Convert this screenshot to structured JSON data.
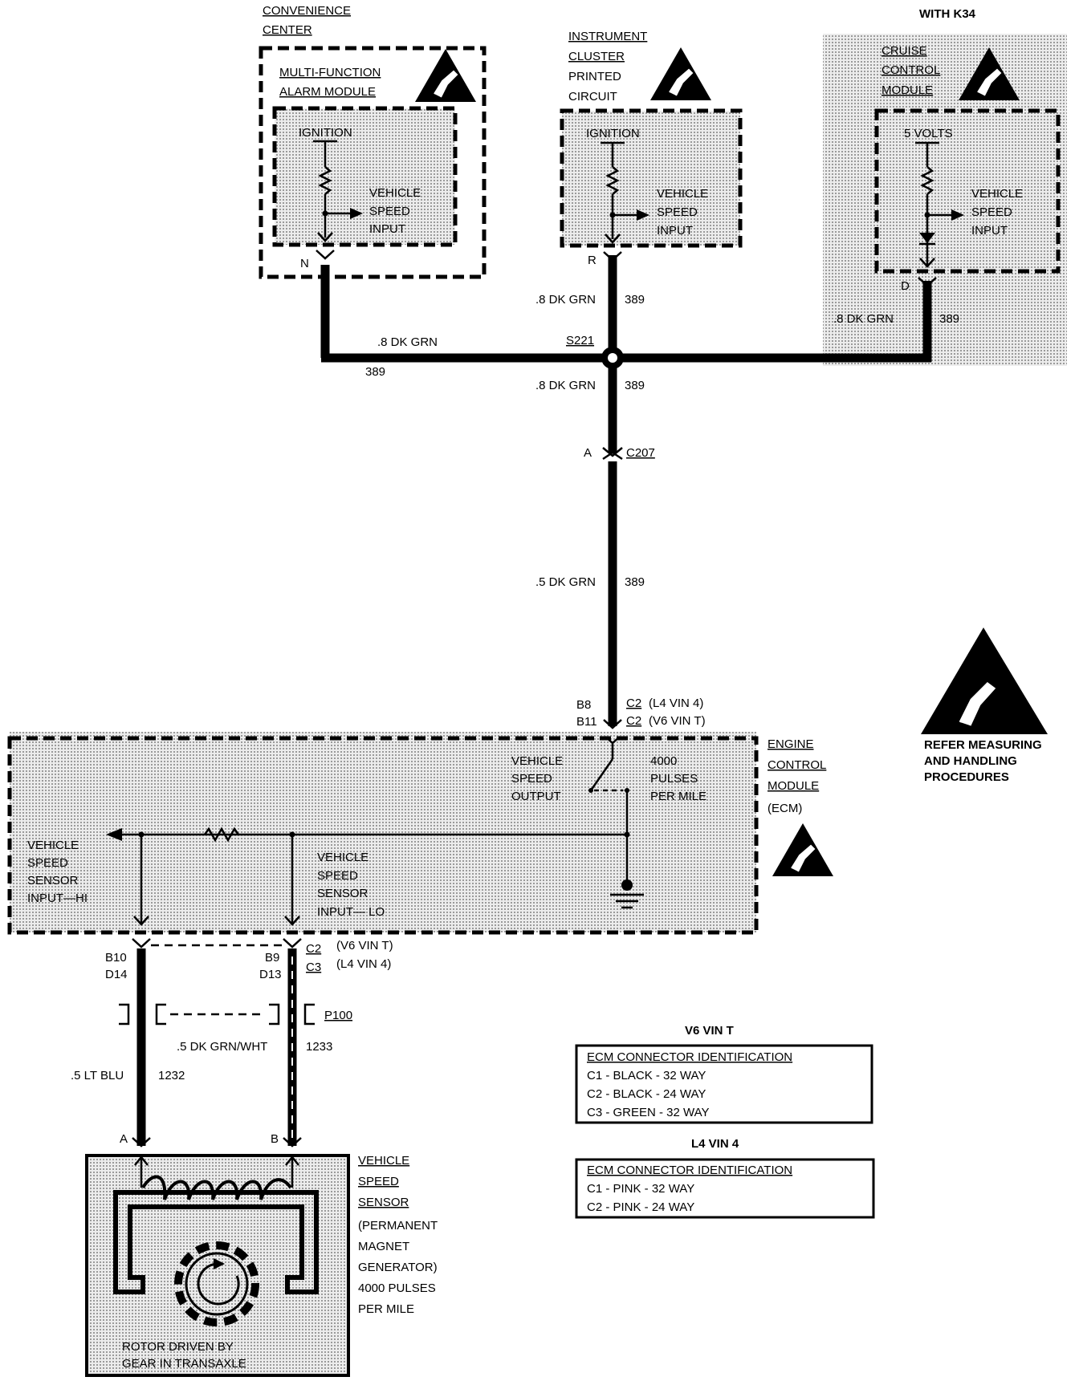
{
  "top_label": "WITH K34",
  "modules": {
    "alarm": {
      "parent": [
        "CONVENIENCE",
        "CENTER"
      ],
      "title": [
        "MULTI-FUNCTION",
        "ALARM MODULE"
      ],
      "supply": "IGNITION",
      "input": [
        "VEHICLE",
        "SPEED",
        "INPUT"
      ],
      "pin": "N"
    },
    "cluster": {
      "title": [
        "INSTRUMENT",
        "CLUSTER",
        "PRINTED",
        "CIRCUIT"
      ],
      "supply": "IGNITION",
      "input": [
        "VEHICLE",
        "SPEED",
        "INPUT"
      ],
      "pin": "R"
    },
    "cruise": {
      "title": [
        "CRUISE",
        "CONTROL",
        "MODULE"
      ],
      "supply": "5 VOLTS",
      "input": [
        "VEHICLE",
        "SPEED",
        "INPUT"
      ],
      "pin": "D"
    }
  },
  "wires": {
    "cluster_drop": {
      "gauge": ".8 DK GRN",
      "circuit": "389"
    },
    "cruise_drop": {
      "gauge": ".8 DK GRN",
      "circuit": "389"
    },
    "alarm_run": {
      "gauge": ".8 DK GRN",
      "circuit": "389"
    },
    "splice_down": {
      "gauge": ".8 DK GRN",
      "circuit": "389"
    },
    "trunk": {
      "gauge": ".5 DK GRN",
      "circuit": "389"
    },
    "lt_blu": {
      "gauge": ".5 LT BLU",
      "circuit": "1232"
    },
    "grn_wht": {
      "gauge": ".5 DK GRN/WHT",
      "circuit": "1233"
    }
  },
  "splice": "S221",
  "c207": {
    "name": "C207",
    "pin": "A"
  },
  "ecm_top_conn": {
    "pins": [
      "B8",
      "B11"
    ],
    "conn": [
      "C2",
      "C2"
    ],
    "variant": [
      "(L4 VIN  4)",
      "(V6  VIN T)"
    ]
  },
  "ecm": {
    "title": [
      "ENGINE",
      "CONTROL",
      "MODULE"
    ],
    "abbr": "(ECM)",
    "vso": [
      "VEHICLE",
      "SPEED",
      "OUTPUT"
    ],
    "pulses": [
      "4000",
      "PULSES",
      "PER MILE"
    ],
    "vss_hi": [
      "VEHICLE",
      "SPEED",
      "SENSOR",
      "INPUT—HI"
    ],
    "vss_lo": [
      "VEHICLE",
      "SPEED",
      "SENSOR",
      "INPUT—  LO"
    ]
  },
  "ecm_bottom_conn": {
    "left_pins": [
      "B10",
      "D14"
    ],
    "right_pins": [
      "B9",
      "D13"
    ],
    "conn": [
      "C2",
      "C3"
    ],
    "variant": [
      "(V6 VIN T)",
      "(L4 VIN 4)"
    ]
  },
  "p100": "P100",
  "sensor_pins": [
    "A",
    "B"
  ],
  "sensor": {
    "title": [
      "VEHICLE",
      "SPEED",
      "SENSOR"
    ],
    "desc": [
      "(PERMANENT",
      "MAGNET",
      "GENERATOR)",
      "4000 PULSES",
      "PER MILE"
    ],
    "rotor": [
      "ROTOR DRIVEN BY",
      "GEAR IN TRANSAXLE"
    ]
  },
  "esd_note": [
    "REFER MEASURING",
    "AND HANDLING",
    "PROCEDURES"
  ],
  "table_v6": {
    "caption": "V6 VIN T",
    "header": "ECM CONNECTOR IDENTIFICATION",
    "rows": [
      "C1 - BLACK - 32 WAY",
      "C2 - BLACK - 24 WAY",
      "C3 - GREEN - 32 WAY"
    ]
  },
  "table_l4": {
    "caption": "L4 VIN 4",
    "header": "ECM CONNECTOR IDENTIFICATION",
    "rows": [
      "C1 - PINK - 32 WAY",
      "C2 - PINK - 24 WAY"
    ]
  },
  "colors": {
    "ink": "#000000",
    "shade": "#d9d9d9",
    "paper": "#ffffff"
  }
}
